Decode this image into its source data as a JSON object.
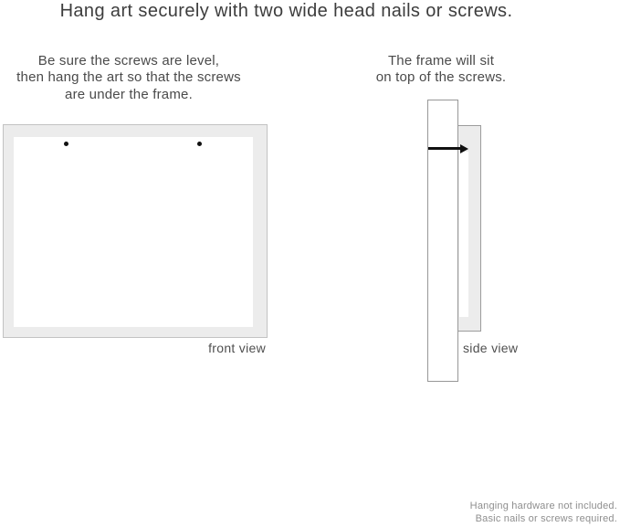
{
  "title": "Hang art securely with two wide head nails or screws.",
  "front_view": {
    "instructions": [
      "Be sure the screws are level,",
      "then hang the art so that the screws",
      "are under the frame."
    ],
    "caption": "front view",
    "screw_count": 2
  },
  "side_view": {
    "instructions": [
      "The frame will sit",
      "on top of the screws."
    ],
    "caption": "side view"
  },
  "footnote": [
    "Hanging hardware not included.",
    "Basic nails or screws required."
  ],
  "icons": {
    "screw_head": "filled-circle",
    "nail": "horizontal-nail-pointing-right"
  },
  "colors": {
    "frame_fill": "#ececec",
    "frame_border": "#c2c2c2",
    "wall_border": "#979797",
    "profile_border": "#9c9c9c",
    "nail_color": "#111111",
    "title_text": "#3d3d3d",
    "body_text": "#4a4a4a",
    "caption_text": "#4f4f4f",
    "footnote_text": "#8e8e8e"
  }
}
